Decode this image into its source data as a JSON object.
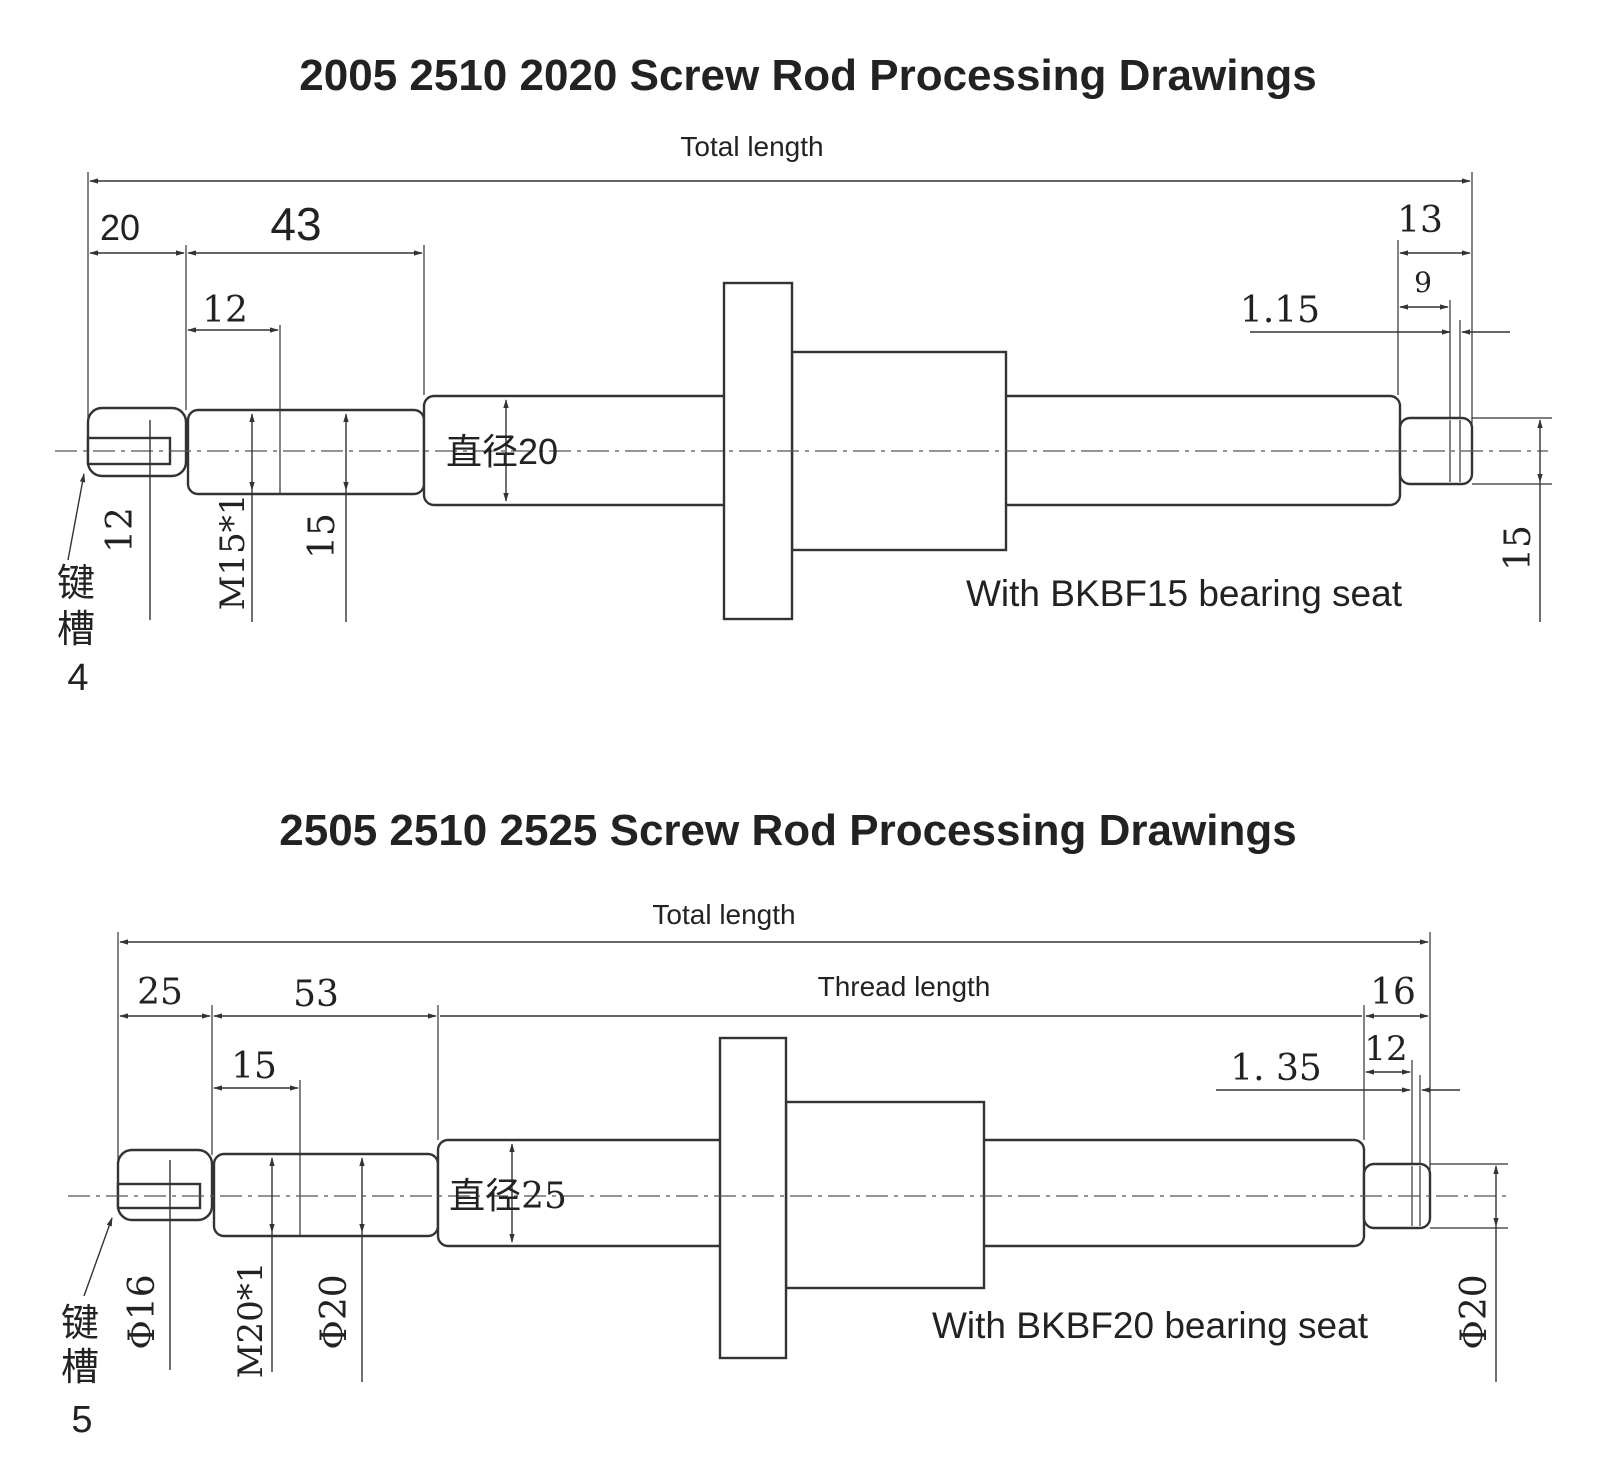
{
  "drawing_top": {
    "title": "2005 2510 2020 Screw Rod Processing Drawings",
    "total_length_label": "Total length",
    "dim_20": "20",
    "dim_43": "43",
    "dim_12_upper": "12",
    "dim_13": "13",
    "dim_9": "9",
    "dim_1_15": "1.15",
    "keyway_dia": "12",
    "thread_spec": "M15*1",
    "shaft_dia": "15",
    "screw_dia": "直径20",
    "right_dia": "15",
    "keyway_label_line1": "键",
    "keyway_label_line2": "槽",
    "keyway_width": "4",
    "bearing_note": "With BKBF15 bearing seat"
  },
  "drawing_bottom": {
    "title": "2505 2510 2525 Screw Rod Processing Drawings",
    "total_length_label": "Total length",
    "thread_length_label": "Thread length",
    "dim_25": "25",
    "dim_53": "53",
    "dim_15_upper": "15",
    "dim_16": "16",
    "dim_12": "12",
    "dim_1_35": "1. 35",
    "keyway_dia": "Φ16",
    "thread_spec": "M20*1",
    "shaft_dia": "Φ20",
    "screw_dia": "直径25",
    "right_dia": "Φ20",
    "keyway_label_line1": "键",
    "keyway_label_line2": "槽",
    "keyway_width": "5",
    "bearing_note": "With BKBF20 bearing seat"
  }
}
